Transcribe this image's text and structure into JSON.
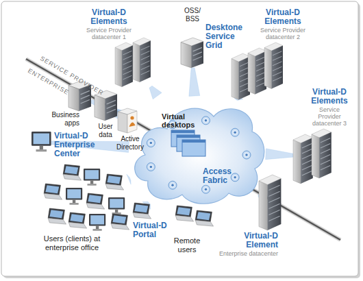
{
  "diagram": {
    "nodes": [
      {
        "text": [
          "Virtual-D Elements",
          "Service Provider datacenter 1"
        ]
      },
      {
        "text": [
          "OSS/ BSS"
        ]
      },
      {
        "text": [
          "Virtual-D Elements",
          "Service Provider datacenter 2"
        ]
      },
      {
        "text": [
          "Virtual-D Elements",
          "Service Provider datacenter 3"
        ]
      },
      {
        "text": [
          "Business apps"
        ]
      },
      {
        "text": [
          "User data"
        ]
      },
      {
        "text": [
          "Active Directory"
        ]
      },
      {
        "text": [
          "Virtual desktops",
          "Access Fabric"
        ]
      },
      {
        "text": [
          "Virtual-D Enterprise Center"
        ]
      },
      {
        "text": [
          "Users (clients) at enterprise office"
        ]
      },
      {
        "text": [
          "Virtual-D Portal"
        ]
      },
      {
        "text": [
          "Remote users"
        ]
      },
      {
        "text": [
          "Virtual-D Element",
          "Enterprise datacenter"
        ]
      }
    ],
    "edges": [
      {
        "from": 7,
        "to": 0,
        "arrow": "none"
      },
      {
        "from": 7,
        "to": 1,
        "arrow": "none"
      },
      {
        "from": 7,
        "to": 2,
        "arrow": "none"
      },
      {
        "from": 7,
        "to": 3,
        "arrow": "none"
      },
      {
        "from": 7,
        "to": 4,
        "arrow": "none"
      },
      {
        "from": 7,
        "to": 5,
        "arrow": "none"
      },
      {
        "from": 7,
        "to": 6,
        "arrow": "none"
      },
      {
        "from": 7,
        "to": 8,
        "arrow": "none"
      },
      {
        "from": 7,
        "to": 9,
        "arrow": "none"
      },
      {
        "from": 7,
        "to": 10,
        "arrow": "none"
      },
      {
        "from": 7,
        "to": 11,
        "arrow": "none"
      },
      {
        "from": 7,
        "to": 12,
        "arrow": "none"
      }
    ],
    "labels": [
      "SERVICE PROVIDER",
      "ENTERPRISE",
      "Desktone Service Grid"
    ]
  }
}
